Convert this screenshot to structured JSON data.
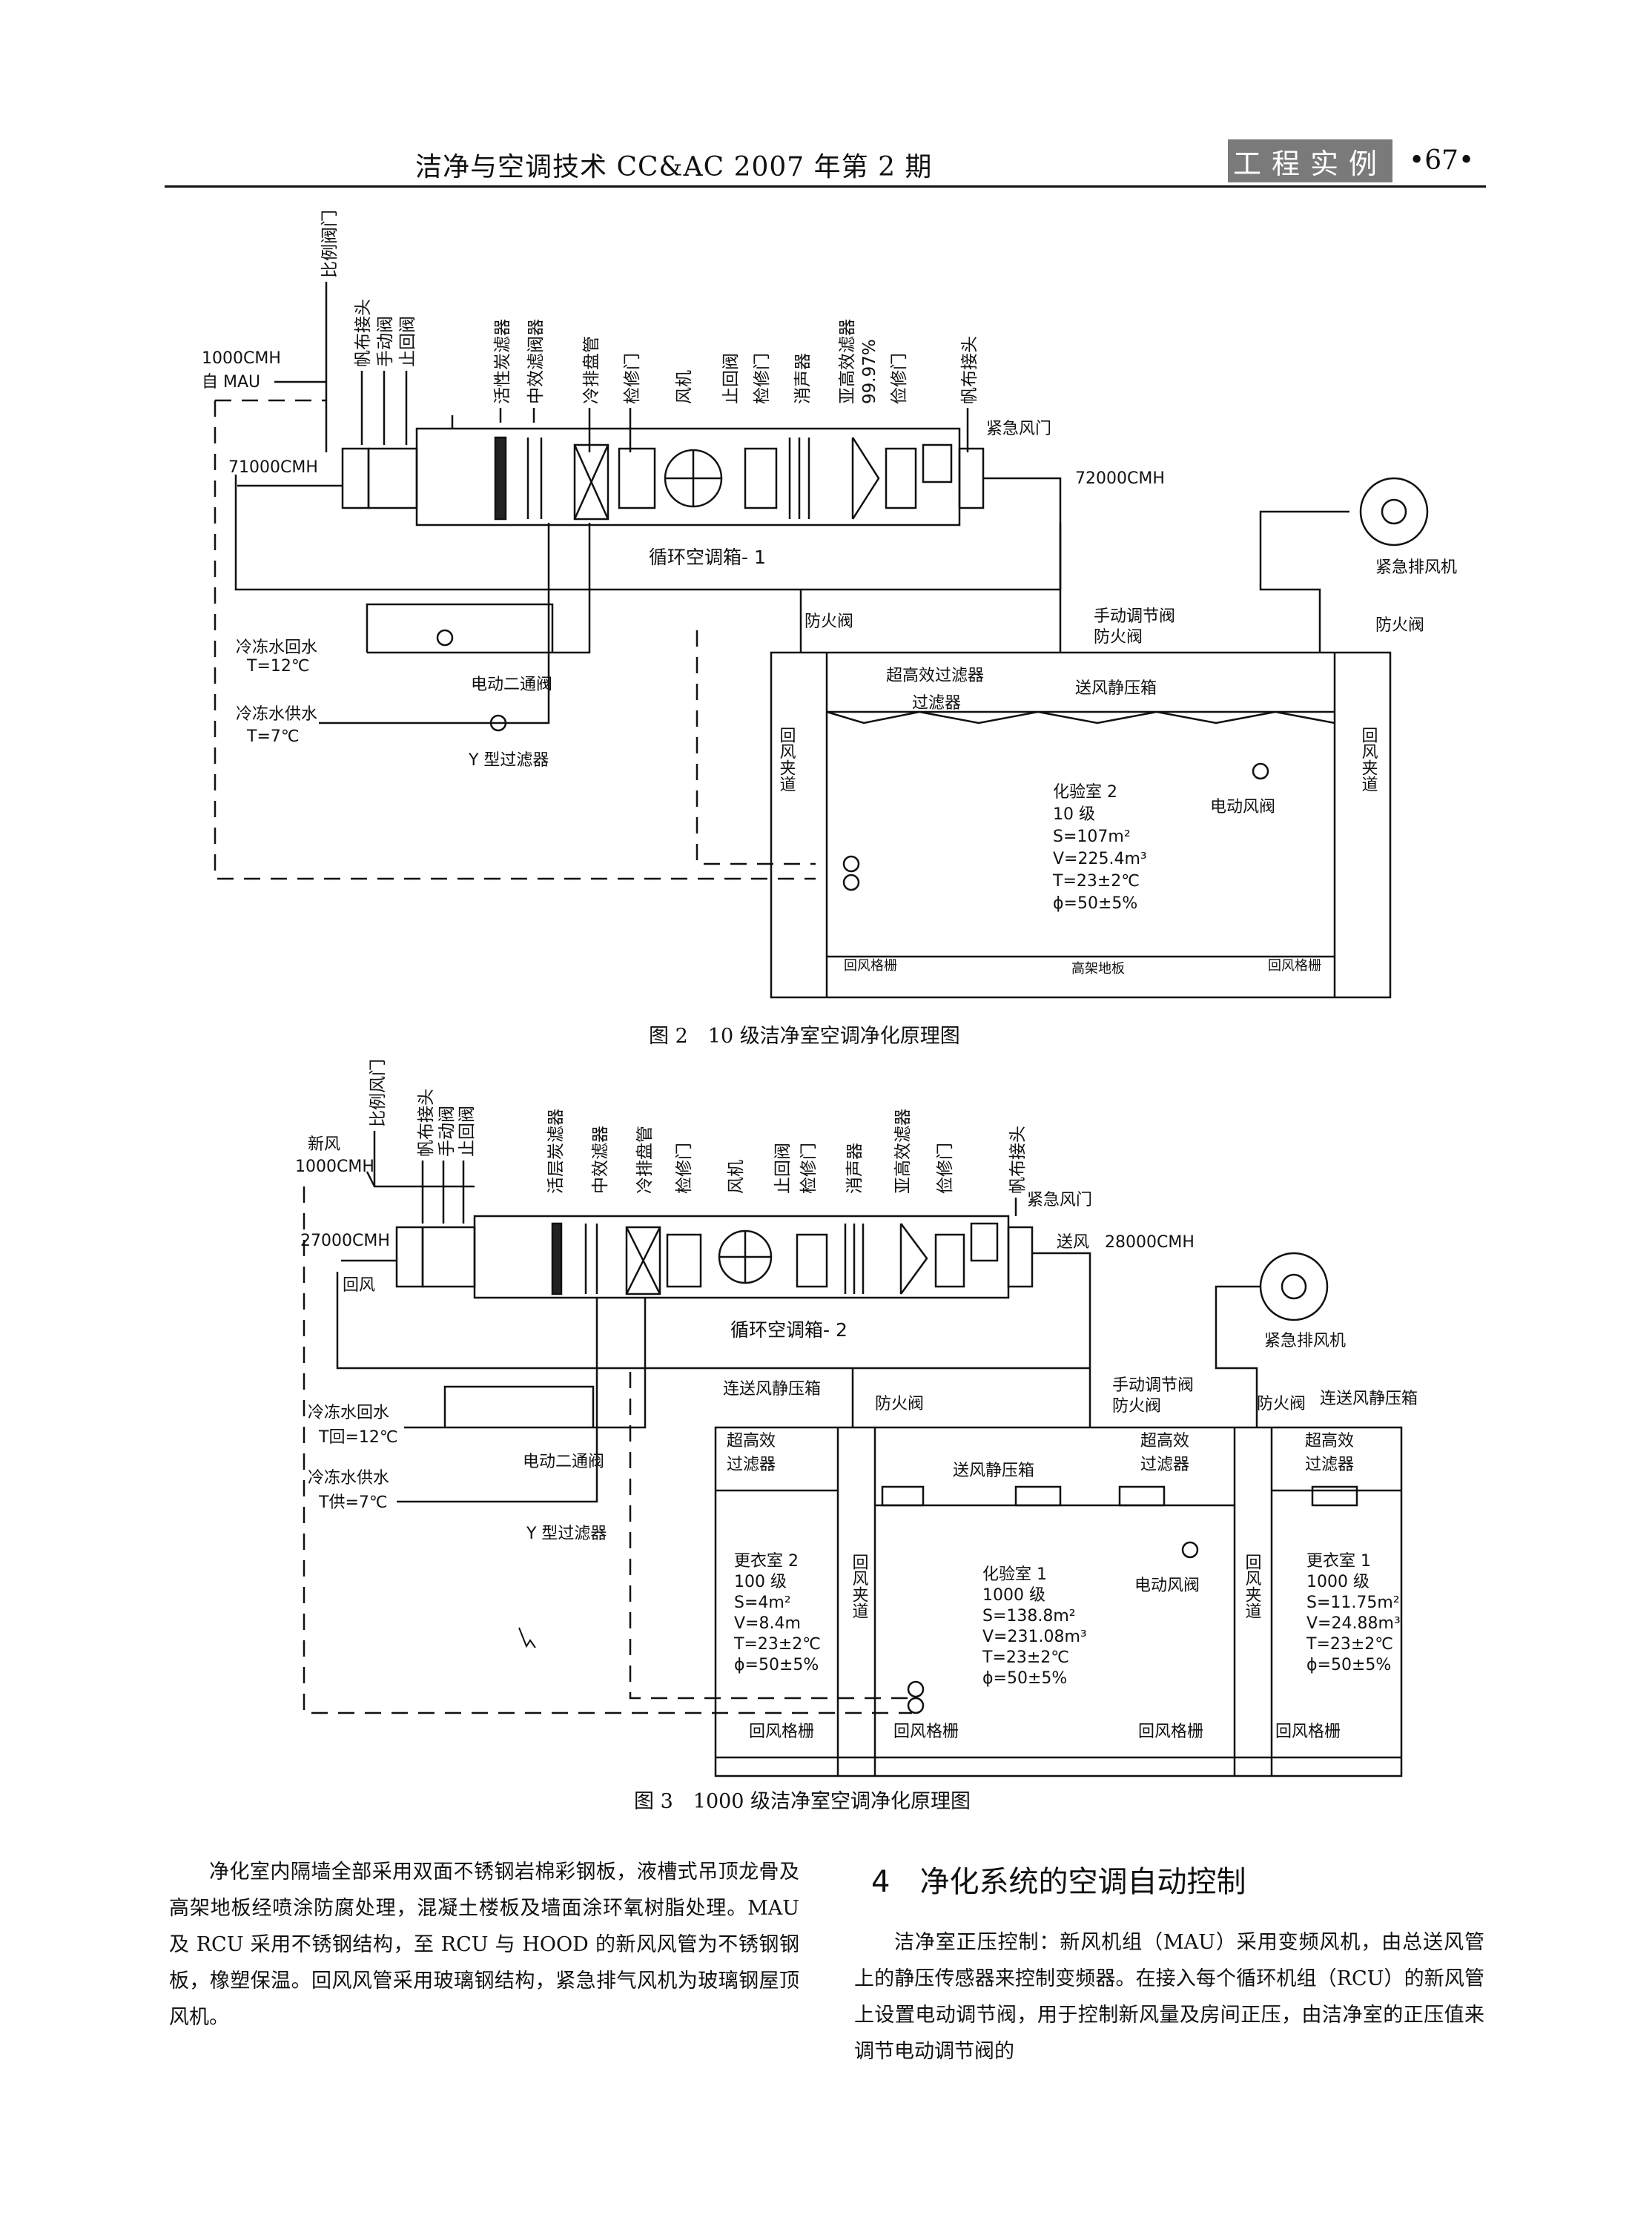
{
  "header": {
    "journal": "洁净与空调技术 CC&AC 2007 年第 2 期",
    "column": "工程实例",
    "page": "•67•"
  },
  "fig2": {
    "caption": "图 2　10 级洁净室空调净化原理图",
    "labels": {
      "proportional_valve": "比例阀门",
      "canvas_joint": "帆布接头",
      "manual_valve": "手动阀",
      "check_valve": "止回阀",
      "carbon_filter": "活性炭滤器",
      "medium_filter": "中效滤阀器",
      "coil": "冷排盘管",
      "access_door": "检修门",
      "fan": "风机",
      "check_valve2": "止回阀",
      "access_door2": "检修门",
      "silencer": "消声器",
      "sub_hepa": "亚高效滤器",
      "sub_hepa_eff": "99.97%",
      "access_door3": "俭修门",
      "canvas_joint2": "帆布接头",
      "fresh_air": "1000CMH",
      "from_mau": "自 MAU",
      "return_air": "71000CMH",
      "supply_air": "72000CMH",
      "emergency_damper": "紧急风门",
      "ahu_name": "循环空调箱- 1",
      "emergency_fan": "紧急排风机",
      "manual_damper": "手动调节阀",
      "fire_damper_a": "防火阀",
      "fire_damper_b": "防火阀",
      "fire_damper_c": "防火阀",
      "chw_return": "冷冻水回水",
      "chw_return_t": "T=12℃",
      "chw_supply": "冷冻水供水",
      "chw_supply_t": "T=7℃",
      "two_way_valve": "电动二通阀",
      "y_strainer": "Y 型过滤器",
      "ulpa_1": "超高效过滤器",
      "ulpa_2": "过滤器",
      "plenum": "送风静压箱",
      "return_chase_l": "回风夹道",
      "return_chase_r": "回风夹道",
      "room_name": "化验室 2",
      "room_class": "10 级",
      "room_s": "S=107m²",
      "room_v": "V=225.4m³",
      "room_t": "T=23±2℃",
      "room_rh": "ϕ=50±5%",
      "motor_damper": "电动风阀",
      "grille_l": "回风格栅",
      "raised_floor": "高架地板",
      "grille_r": "回风格栅"
    }
  },
  "fig3": {
    "caption": "图 3　1000 级洁净室空调净化原理图",
    "labels": {
      "proportional_valve": "比例风门",
      "canvas_joint": "帆布接头",
      "manual_valve": "手动阀",
      "check_valve": "止回阀",
      "carbon_filter": "活层炭滤器",
      "medium_filter": "中效滤器",
      "coil": "冷排盘管",
      "access_door": "检修门",
      "fan": "风机",
      "check_valve2": "止回阀",
      "access_door2": "检修门",
      "silencer": "消声器",
      "sub_hepa": "亚高效滤器",
      "access_door3": "俭修门",
      "canvas_joint2": "帆布接头",
      "fresh": "新风",
      "fresh_flow": "1000CMH",
      "return_flow": "27000CMH",
      "return_air": "回风",
      "emergency_damper": "紧急风门",
      "supply": "送风",
      "supply_flow": "28000CMH",
      "ahu_name": "循环空调箱- 2",
      "emergency_fan": "紧急排风机",
      "manual_damper": "手动调节阀",
      "fire_damper_a": "防火阀",
      "fire_damper_b": "防火阀",
      "fire_damper_c": "防火阀",
      "link_plenum_l": "连送风静压箱",
      "link_plenum_r": "连送风静压箱",
      "chw_return": "冷冻水回水",
      "chw_return_t": "T回=12℃",
      "chw_supply": "冷冻水供水",
      "chw_supply_t": "T供=7℃",
      "two_way_valve": "电动二通阀",
      "y_strainer": "Y 型过滤器",
      "ulpa_a1": "超高效",
      "ulpa_a2": "过滤器",
      "plenum": "送风静压箱",
      "ulpa_b1": "超高效",
      "ulpa_b2": "过滤器",
      "ulpa_c1": "超高效",
      "ulpa_c2": "过滤器",
      "room_l_name": "更衣室 2",
      "room_l_class": "100 级",
      "room_l_s": "S=4m²",
      "room_l_v": "V=8.4m",
      "room_l_t": "T=23±2℃",
      "room_l_rh": "ϕ=50±5%",
      "chase_l": "回风夹道",
      "room_c_name": "化验室 1",
      "room_c_class": "1000 级",
      "room_c_s": "S=138.8m²",
      "room_c_v": "V=231.08m³",
      "room_c_t": "T=23±2℃",
      "room_c_rh": "ϕ=50±5%",
      "motor_damper": "电动风阀",
      "chase_r": "回风夹道",
      "room_r_name": "更衣室 1",
      "room_r_class": "1000 级",
      "room_r_s": "S=11.75m²",
      "room_r_v": "V=24.88m³",
      "room_r_t": "T=23±2℃",
      "room_r_rh": "ϕ=50±5%",
      "grille_a": "回风格栅",
      "grille_b": "回风格栅",
      "grille_c": "回风格栅",
      "grille_d": "回风格栅"
    }
  },
  "body": {
    "left_para": "净化室内隔墙全部采用双面不锈钢岩棉彩钢板，液槽式吊顶龙骨及高架地板经喷涂防腐处理，混凝土楼板及墙面涂环氧树脂处理。MAU 及 RCU 采用不锈钢结构，至 RCU 与 HOOD 的新风风管为不锈钢钢板，橡塑保温。回风风管采用玻璃钢结构，紧急排气风机为玻璃钢屋顶风机。",
    "section_title": "4　净化系统的空调自动控制",
    "right_para": "洁净室正压控制：新风机组（MAU）采用变频风机，由总送风管上的静压传感器来控制变频器。在接入每个循环机组（RCU）的新风管上设置电动调节阀，用于控制新风量及房间正压，由洁净室的正压值来调节电动调节阀的"
  }
}
